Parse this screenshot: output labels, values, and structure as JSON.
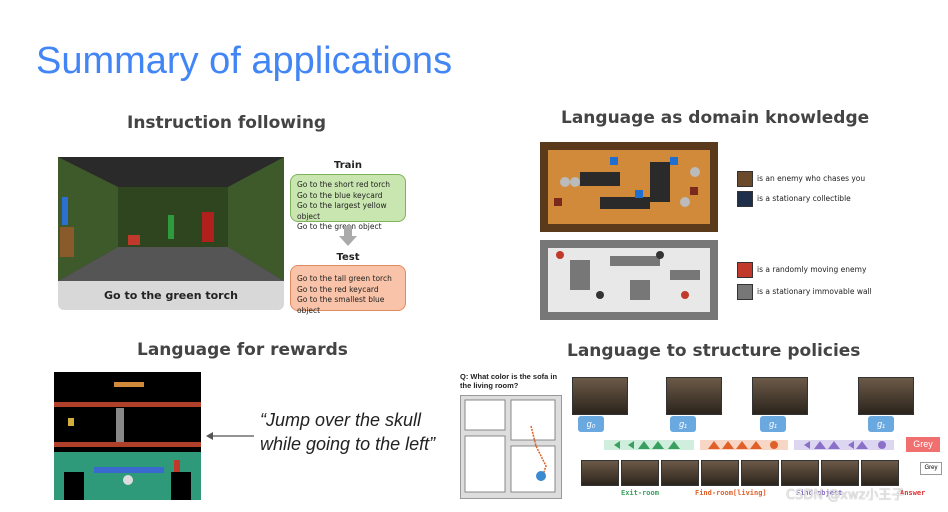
{
  "slide_title": "Summary of applications",
  "instruction": {
    "heading": "Instruction following",
    "caption": "Go to the green torch",
    "train_label": "Train",
    "train_items": [
      "Go to the short red torch",
      "Go to the blue keycard",
      "Go to the largest yellow object",
      "Go to the green object"
    ],
    "test_label": "Test",
    "test_items": [
      "Go to the tall green torch",
      "Go to the red keycard",
      "Go to the smallest blue object"
    ]
  },
  "domain_knowledge": {
    "heading": "Language as domain knowledge",
    "legend": [
      "is an enemy who chases you",
      "is a stationary collectible",
      "is a randomly moving enemy",
      "is a stationary immovable wall"
    ]
  },
  "rewards": {
    "heading": "Language for rewards",
    "quote_line1": "“Jump over the skull",
    "quote_line2": "while going to the left”"
  },
  "structure": {
    "heading": "Language to structure policies",
    "question": "Q: What color is the sofa in the living room?",
    "g0": "g₀",
    "g1a": "g₁",
    "g1b": "g₁",
    "g1c": "g₁",
    "answer_badge": "Grey",
    "answer_small": "Grey",
    "exit_room": "Exit-room",
    "find_room": "Find-room[living]",
    "find_object": "Find-object",
    "answer_label": "Answer"
  },
  "watermark": "CSDN @xwz小王子",
  "colors": {
    "title": "#4285f4",
    "train_bg": "#c9e6b0",
    "train_border": "#7fb35a",
    "test_bg": "#f8c3a8",
    "test_border": "#e08a5e"
  }
}
